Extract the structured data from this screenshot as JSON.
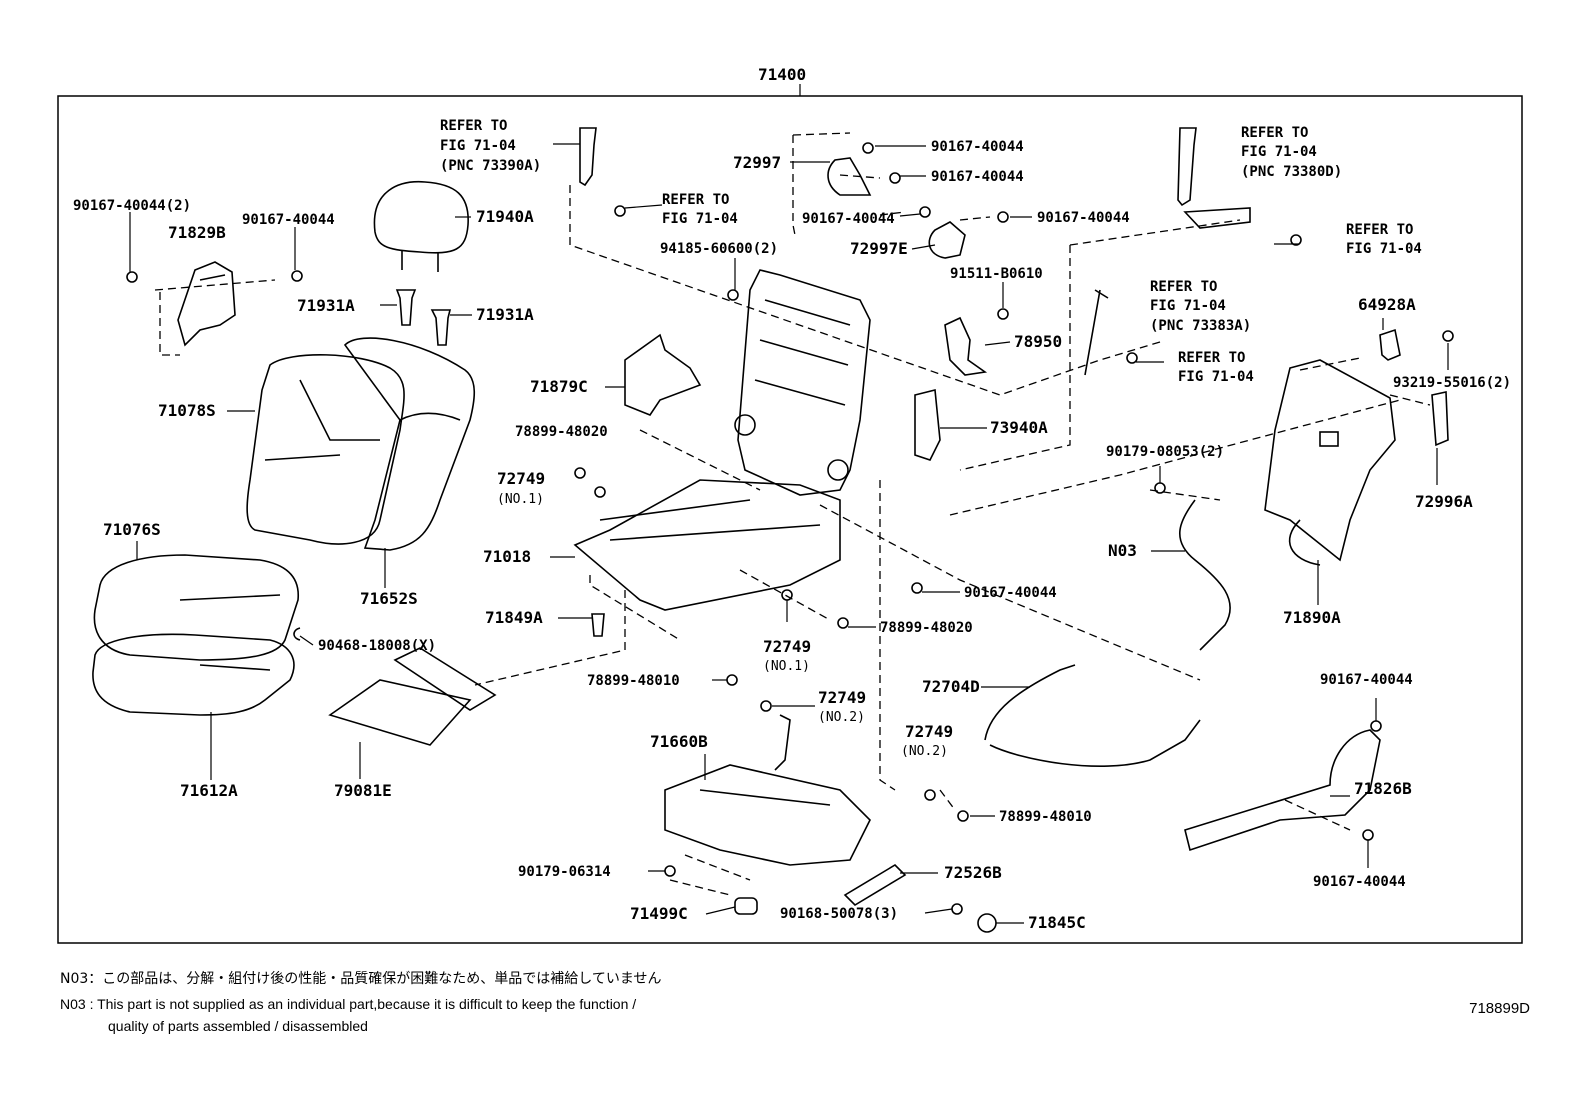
{
  "assembly_number": "71400",
  "diagram_id": "718899D",
  "callouts": {
    "refer_to": "REFER TO",
    "fig_71_04": "FIG 71-04",
    "pnc_73390a": "(PNC 73390A)",
    "pnc_73380d": "(PNC 73380D)",
    "pnc_73383a": "(PNC 73383A)",
    "no1": "(NO.1)",
    "no2": "(NO.2)"
  },
  "parts": {
    "p71940A": "71940A",
    "p71829B": "71829B",
    "p90167_40044_2": "90167-40044(2)",
    "p90167_40044": "90167-40044",
    "p71931A": "71931A",
    "p71078S": "71078S",
    "p71652S": "71652S",
    "p71076S": "71076S",
    "p90468_18008_X": "90468-18008(X)",
    "p71612A": "71612A",
    "p79081E": "79081E",
    "p72997": "72997",
    "p72997E": "72997E",
    "p94185_60600_2": "94185-60600(2)",
    "p91511_B0610": "91511-B0610",
    "p78950": "78950",
    "p71879C": "71879C",
    "p78899_48020": "78899-48020",
    "p72749": "72749",
    "p71018": "71018",
    "p71849A": "71849A",
    "p73940A": "73940A",
    "p78899_48010": "78899-48010",
    "p71660B": "71660B",
    "p72704D": "72704D",
    "p90179_06314": "90179-06314",
    "p71499C": "71499C",
    "p90168_50078_3": "90168-50078(3)",
    "p71845C": "71845C",
    "p72526B": "72526B",
    "p64928A": "64928A",
    "p93219_55016_2": "93219-55016(2)",
    "p90179_08053_2": "90179-08053(2)",
    "pN03": "N03",
    "p72996A": "72996A",
    "p71890A": "71890A",
    "p71826B": "71826B"
  },
  "notes": {
    "line1": "N03：この部品は、分解・組付け後の性能・品質確保が困難なため、単品では補給していません",
    "line2a": "N03 : This part is not supplied as an individual part,because it is difficult to keep the function /",
    "line2b": "quality of parts assembled / disassembled"
  }
}
